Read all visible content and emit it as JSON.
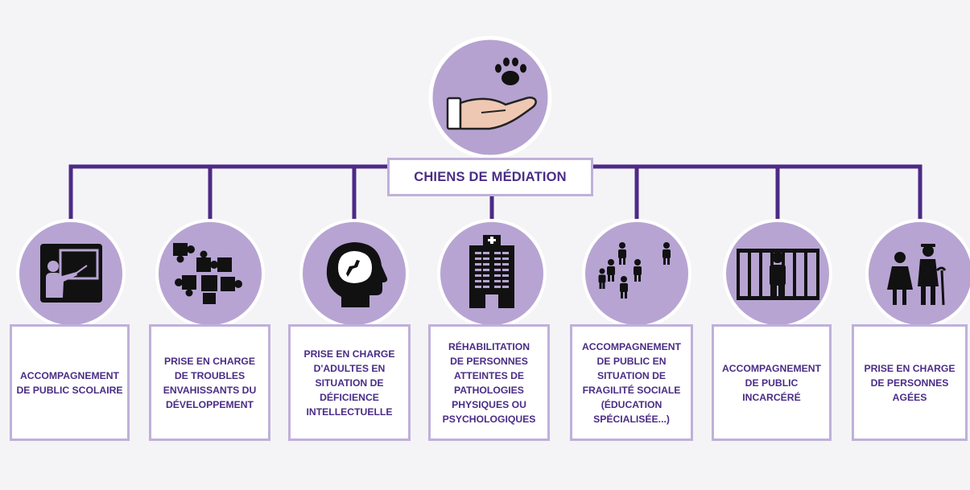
{
  "root": {
    "label": "CHIENS DE MÉDIATION",
    "icon": "hand-paw-icon"
  },
  "nodes": [
    {
      "id": "public-scolaire",
      "label": "ACCOMPAGNEMENT\nDE PUBLIC SCOLAIRE",
      "icon": "teacher-board-icon"
    },
    {
      "id": "troubles-envahissants",
      "label": "PRISE EN CHARGE\nDE TROUBLES\nENVAHISSANTS DU\nDÉVELOPPEMENT",
      "icon": "puzzle-icon"
    },
    {
      "id": "deficience-intellectuelle",
      "label": "PRISE EN CHARGE\nD'ADULTES EN\nSITUATION DE\nDÉFICIENCE\nINTELLECTUELLE",
      "icon": "head-brain-icon"
    },
    {
      "id": "rehabilitation",
      "label": "RÉHABILITATION\nDE PERSONNES\nATTEINTES DE\nPATHOLOGIES\nPHYSIQUES OU\nPSYCHOLOGIQUES",
      "icon": "hospital-icon"
    },
    {
      "id": "fragilite-sociale",
      "label": "ACCOMPAGNEMENT\nDE PUBLIC EN\nSITUATION DE\nFRAGILITÉ SOCIALE\n(ÉDUCATION\nSPÉCIALISÉE...)",
      "icon": "people-group-icon"
    },
    {
      "id": "public-incarcere",
      "label": "ACCOMPAGNEMENT\nDE PUBLIC\nINCARCÉRÉ",
      "icon": "prisoner-bars-icon"
    },
    {
      "id": "personnes-agees",
      "label": "PRISE EN CHARGE\nDE PERSONNES\nAGÉES",
      "icon": "elderly-couple-icon"
    }
  ],
  "colors": {
    "connector": "#4d2a86",
    "circle_fill": "#b7a4d3",
    "box_border": "#c0b0da",
    "text": "#4a2d86",
    "background": "#f4f4f6"
  }
}
